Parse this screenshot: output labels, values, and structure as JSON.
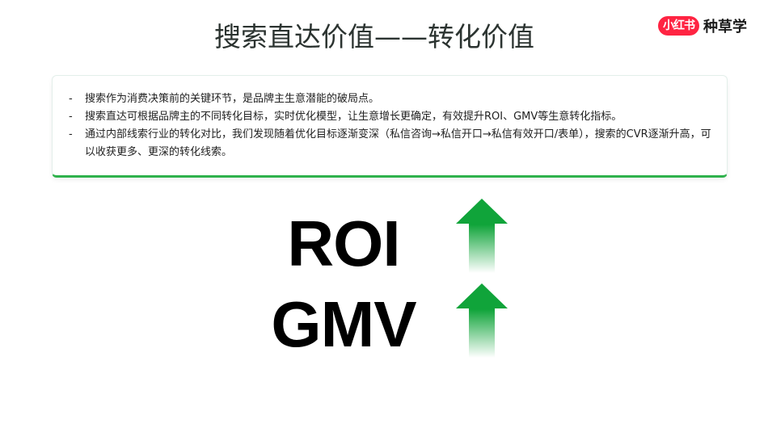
{
  "header": {
    "title": "搜索直达价值——转化价值",
    "brand_badge": "小红书",
    "brand_text": "种草学"
  },
  "card": {
    "bullets": [
      {
        "marker": "-",
        "text": "搜索作为消费决策前的关键环节，是品牌主生意潜能的破局点。"
      },
      {
        "marker": "-",
        "text": "搜索直达可根据品牌主的不同转化目标，实时优化模型，让生意增长更确定，有效提升ROI、GMV等生意转化指标。"
      },
      {
        "marker": "-",
        "text": "通过内部线索行业的转化对比，我们发现随着优化目标逐渐变深（私信咨询→私信开口→私信有效开口/表单），搜索的CVR逐渐升高，可以收获更多、更深的转化线索。"
      }
    ]
  },
  "metrics": [
    {
      "label": "ROI",
      "trend": "up",
      "icon": "arrow-up-icon"
    },
    {
      "label": "GMV",
      "trend": "up",
      "icon": "arrow-up-icon"
    }
  ],
  "colors": {
    "brand_red": "#ff2442",
    "accent_green": "#2fb24c",
    "arrow_green": "#10a43a",
    "title_text": "#2b3330"
  }
}
